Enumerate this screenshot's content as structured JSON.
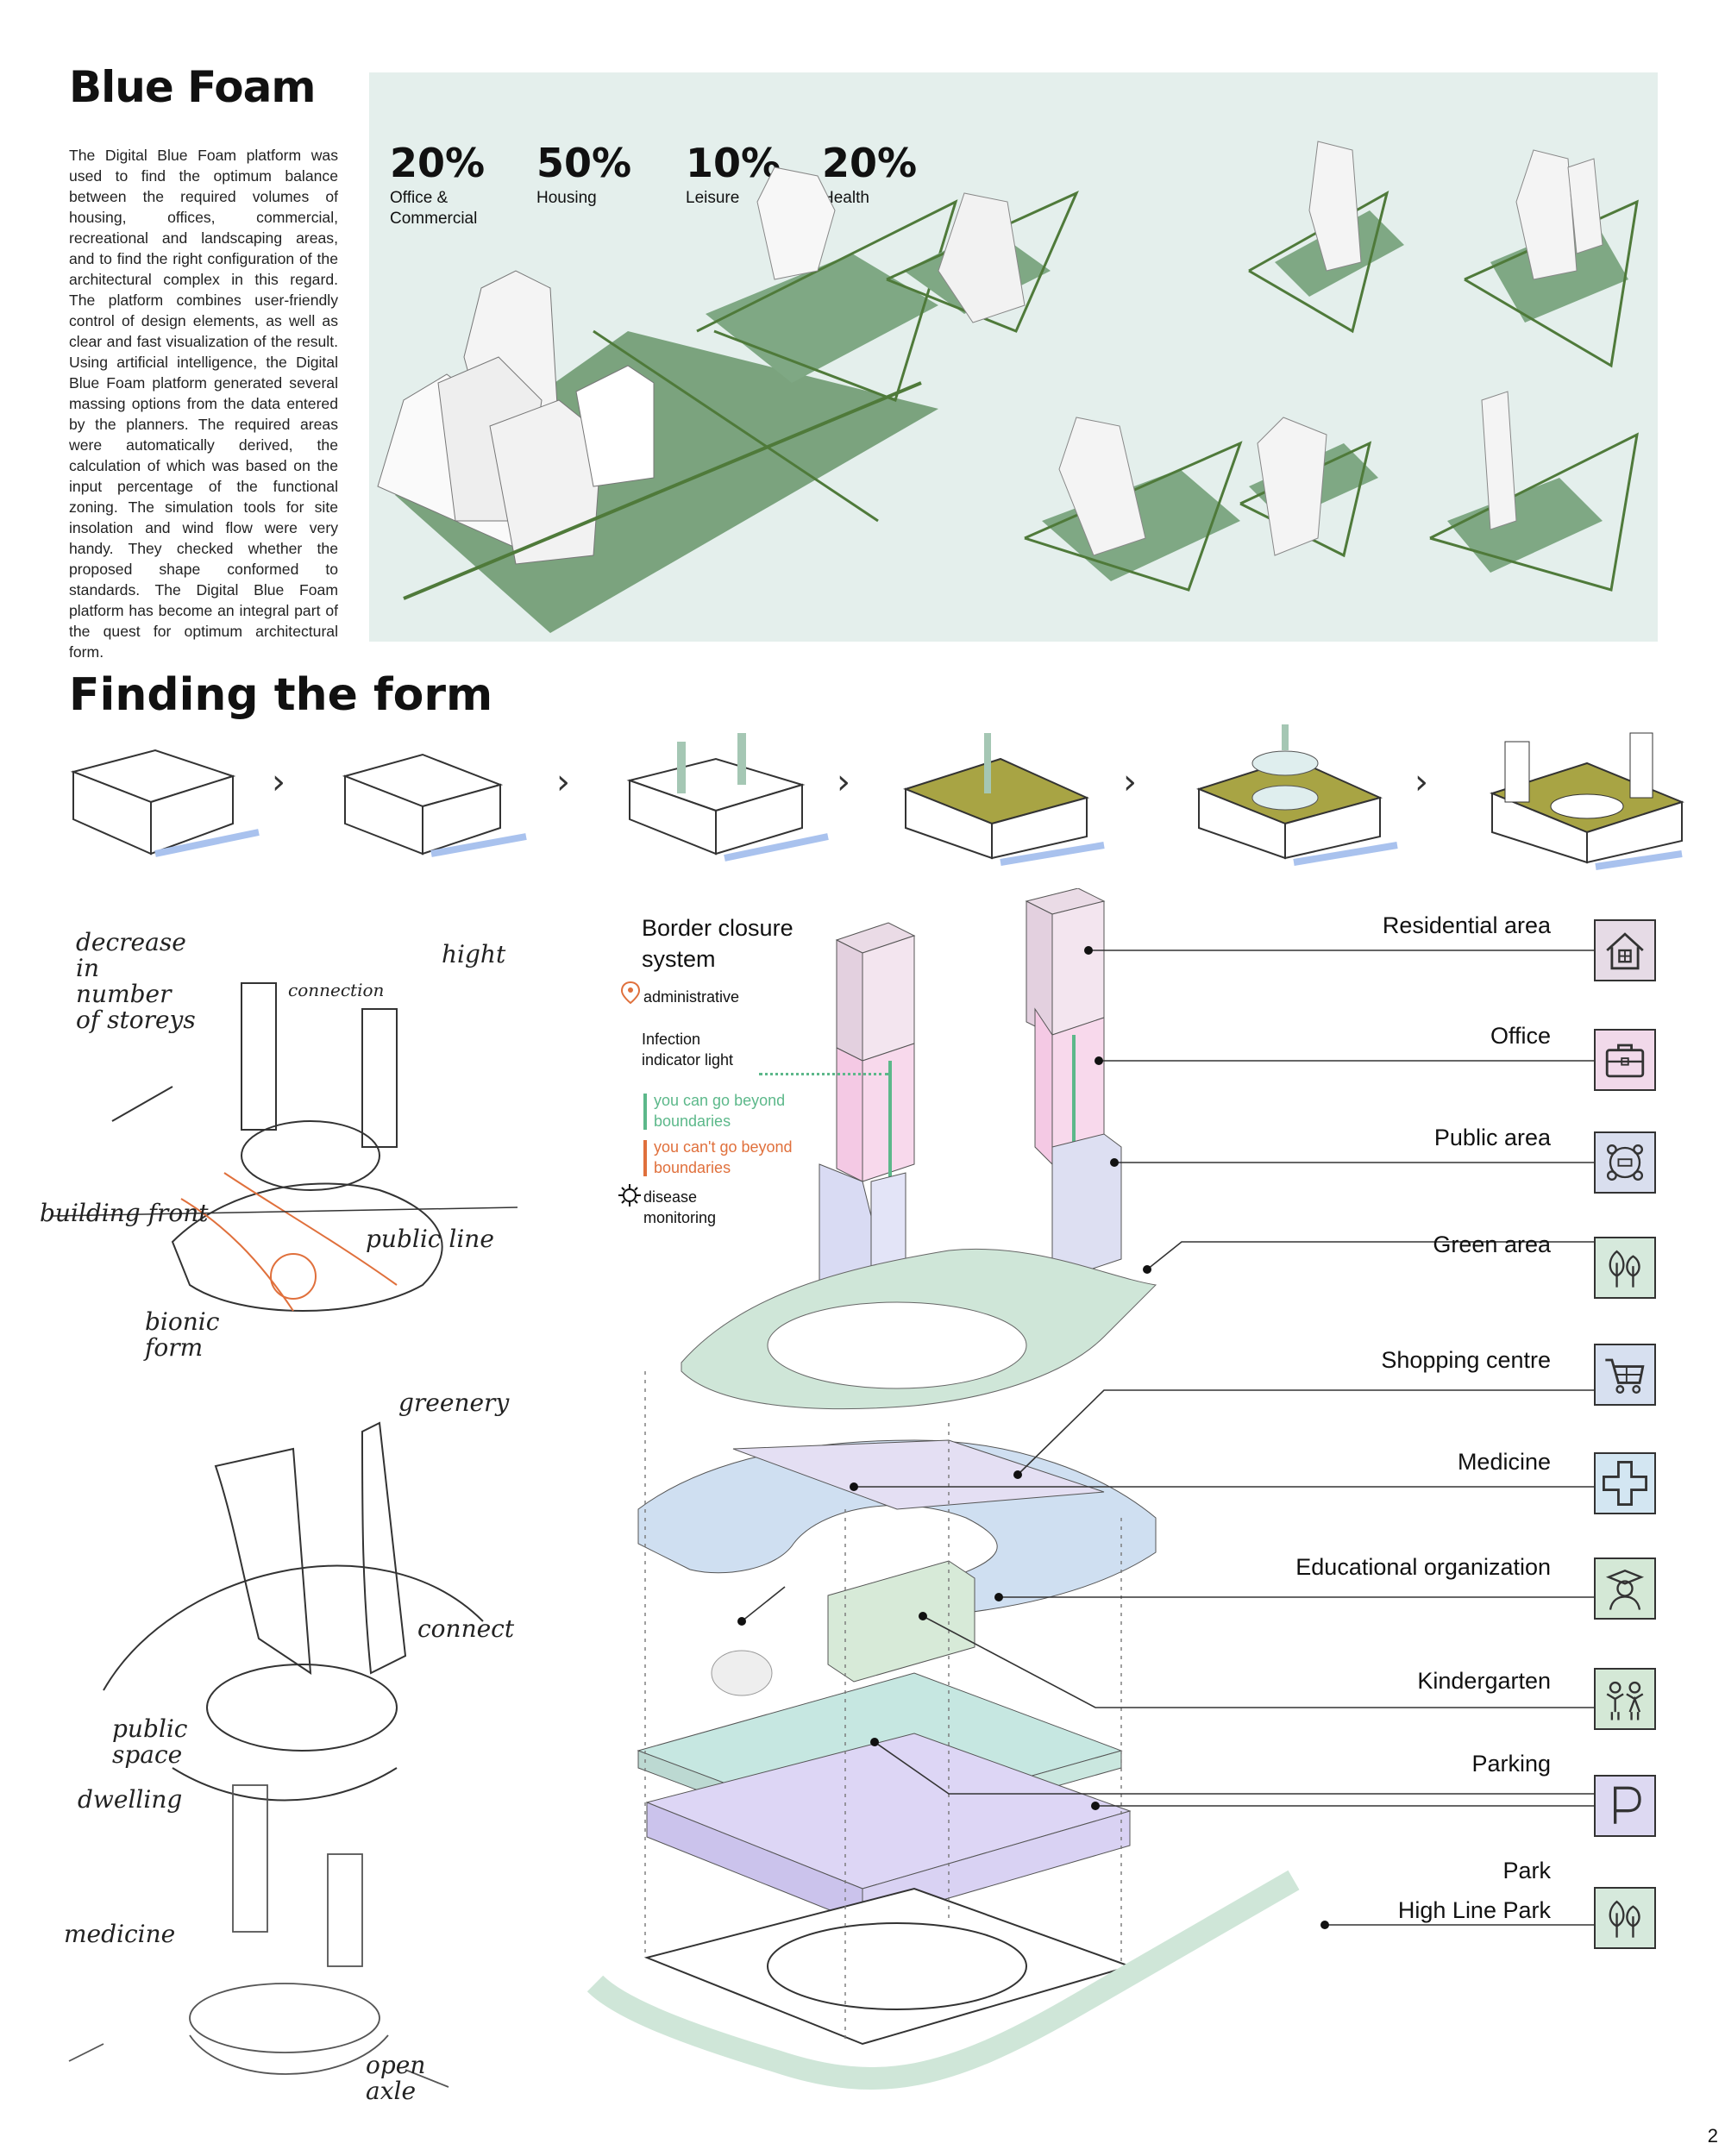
{
  "blue_foam": {
    "title": "Blue Foam",
    "intro": "The Digital Blue Foam platform was used to find the optimum balance between the required volumes of housing, offices, commercial, recreational and landscaping areas, and to find the right configuration of the architectural complex in this regard. The platform combines user-friendly control of design elements, as well as clear and fast visualization of the result. Using artificial intelligence, the Digital Blue Foam platform generated several massing options from the data entered by the planners. The required areas were automatically derived, the calculation of which was based on the input percentage of the functional zoning. The simulation tools for site insolation and wind flow were very handy. They checked whether the proposed shape conformed to standards. The Digital Blue Foam platform has become an integral part of the quest for optimum architectural form.",
    "stats": [
      {
        "value": "20%",
        "label": "Office & Commercial"
      },
      {
        "value": "50%",
        "label": "Housing"
      },
      {
        "value": "10%",
        "label": "Leisure"
      },
      {
        "value": "20%",
        "label": "Health"
      }
    ]
  },
  "finding": {
    "title": "Finding the form",
    "step_arrow": "›"
  },
  "border": {
    "title": "Border closure system",
    "administrative": "administrative",
    "infection": "Infection indicator light",
    "can_go": "you can go beyond boundaries",
    "cant_go": "you can't go beyond boundaries",
    "monitoring": "disease monitoring",
    "colors": {
      "can_go": "#5cb88a",
      "cant_go": "#e0703c",
      "admin": "#e0703c"
    }
  },
  "legend": [
    {
      "label": "Residential area",
      "icon": "house-icon",
      "color": "#e6dbe6"
    },
    {
      "label": "Office",
      "icon": "briefcase-icon",
      "color": "#f1d9ea"
    },
    {
      "label": "Public area",
      "icon": "people-group-icon",
      "color": "#d9deee"
    },
    {
      "label": "Green area",
      "icon": "trees-icon",
      "color": "#d6e9dc"
    },
    {
      "label": "Shopping centre",
      "icon": "cart-icon",
      "color": "#d7e0f0"
    },
    {
      "label": "Medicine",
      "icon": "medical-cross-icon",
      "color": "#d3e6f2"
    },
    {
      "label": "Educational organization",
      "icon": "graduate-icon",
      "color": "#d4e8d6"
    },
    {
      "label": "Kindergarten",
      "icon": "children-icon",
      "color": "#d4e8d6"
    },
    {
      "label": "Parking",
      "icon": "parking-icon",
      "color": "#ddd9f2"
    },
    {
      "label": "Park",
      "icon": "",
      "color": ""
    },
    {
      "label": "High Line Park",
      "icon": "trees-icon",
      "color": "#d6e9dc"
    }
  ],
  "sketch_words": {
    "decrease": "decrease in number of storeys",
    "hight": "hight",
    "connection": "connection",
    "building_front": "building front",
    "public_line": "public line",
    "bionic": "bionic form",
    "greenery": "greenery",
    "connect": "connect",
    "public_space": "public space",
    "dwelling": "dwelling",
    "medicine": "medicine",
    "open_axle": "open axle"
  },
  "page_number": "2"
}
